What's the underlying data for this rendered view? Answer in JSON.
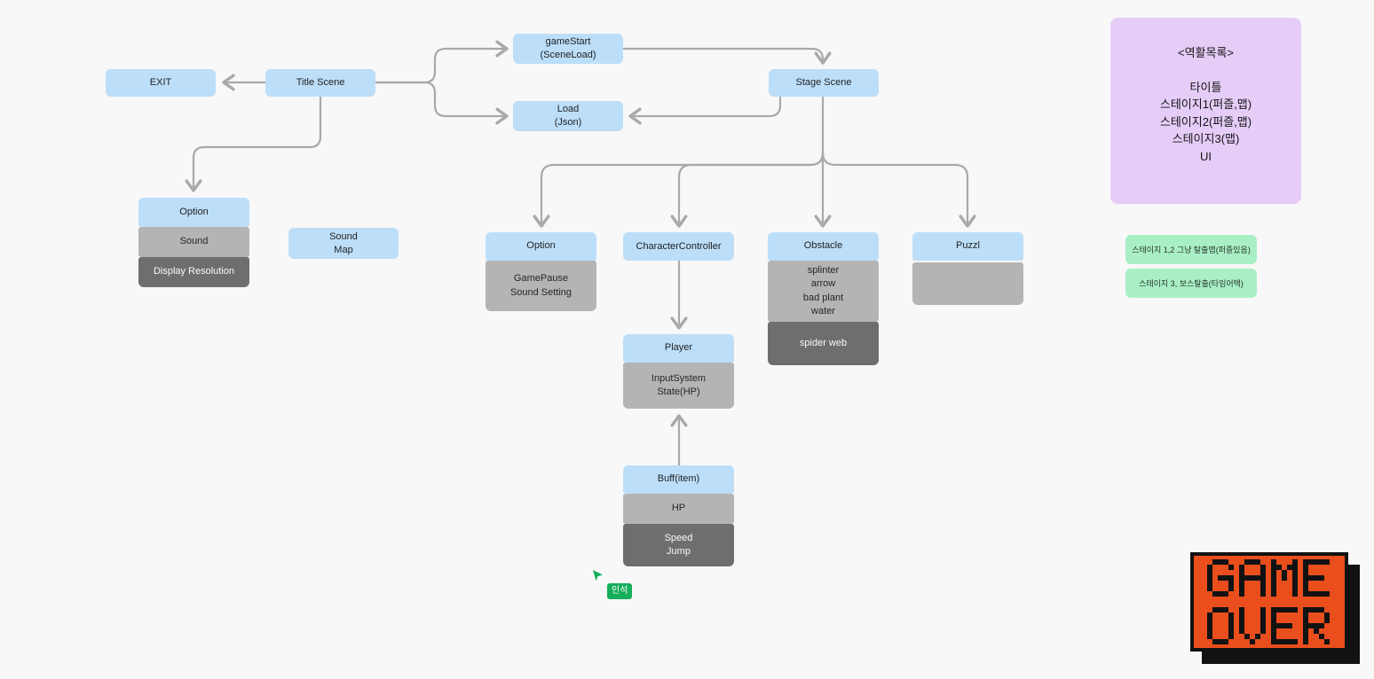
{
  "flowchart": {
    "exit": "EXIT",
    "title_scene": "Title Scene",
    "game_start": "gameStart\n(SceneLoad)",
    "load_json": "Load\n(Json)",
    "stage_scene": "Stage Scene",
    "option_left": {
      "header": "Option",
      "sound": "Sound",
      "display": "Display Resolution"
    },
    "sound_map": "Sound\nMap",
    "option_mid": {
      "header": "Option",
      "body": "GamePause\nSound Setting"
    },
    "character_controller": "CharacterController",
    "player": {
      "header": "Player",
      "body": "InputSystem\nState(HP)"
    },
    "buff": {
      "header": "Buff(item)",
      "hp": "HP",
      "speed": "Speed\nJump"
    },
    "obstacle": {
      "header": "Obstacle",
      "body": "splinter\narrow\nbad plant\nwater",
      "dark": "spider web"
    },
    "puzzle": {
      "header": "Puzzl",
      "body": ""
    }
  },
  "notes": {
    "roles_title": "<역활목록>",
    "roles_items": "타이틀\n스테이지1(퍼즐,맵)\n스테이지2(퍼즐,맵)\n스테이지3(맵)\nUI",
    "green_stage12": "스테이지 1,2 그냥 탈출맵(퍼즐있음)",
    "green_stage3": "스테이지 3, 보스탈출(타임어택)"
  },
  "collaborator": {
    "name": "인석"
  },
  "game_over": {
    "line1": "GAME",
    "line2": "OVER"
  },
  "colors": {
    "canvas_bg": "#f8f8f8",
    "node_blue": "#bcdef9",
    "node_gray": "#b4b4b4",
    "node_dark_gray": "#6e6e6e",
    "note_purple": "#e5cdf8",
    "note_green": "#a9efc5",
    "connector_gray": "#a9a9a9",
    "cursor_green": "#16ae5c",
    "game_over_orange": "#e94e1c",
    "game_over_black": "#121212"
  }
}
